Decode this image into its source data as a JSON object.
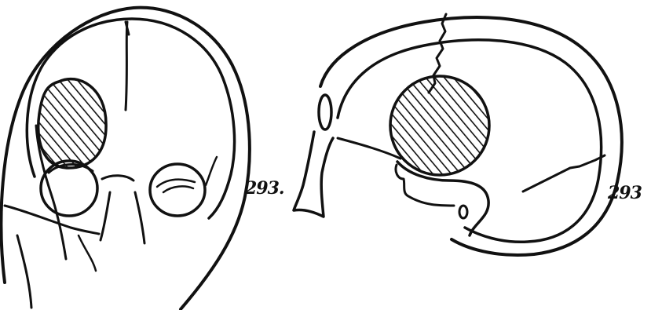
{
  "figures": [
    {
      "view": "frontal",
      "label": "293."
    },
    {
      "view": "lateral",
      "label": "293"
    }
  ],
  "colors": {
    "ink": "#111111",
    "background": "#ffffff"
  }
}
